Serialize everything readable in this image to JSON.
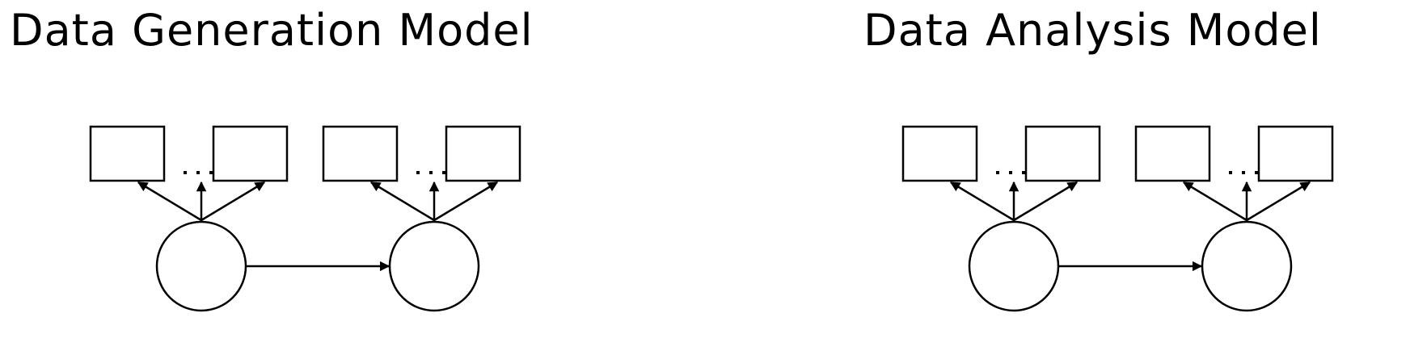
{
  "panels": [
    {
      "title": "Data Generation Model",
      "latent_nodes": [
        {
          "observed_count_shown": 2,
          "has_ellipsis": true
        },
        {
          "observed_count_shown": 2,
          "has_ellipsis": true
        }
      ]
    },
    {
      "title": "Data Analysis Model",
      "latent_nodes": [
        {
          "observed_count_shown": 2,
          "has_ellipsis": true
        },
        {
          "observed_count_shown": 2,
          "has_ellipsis": true
        }
      ]
    }
  ],
  "colors": {
    "stroke": "#000000",
    "fill": "#ffffff",
    "background": "#ffffff"
  }
}
